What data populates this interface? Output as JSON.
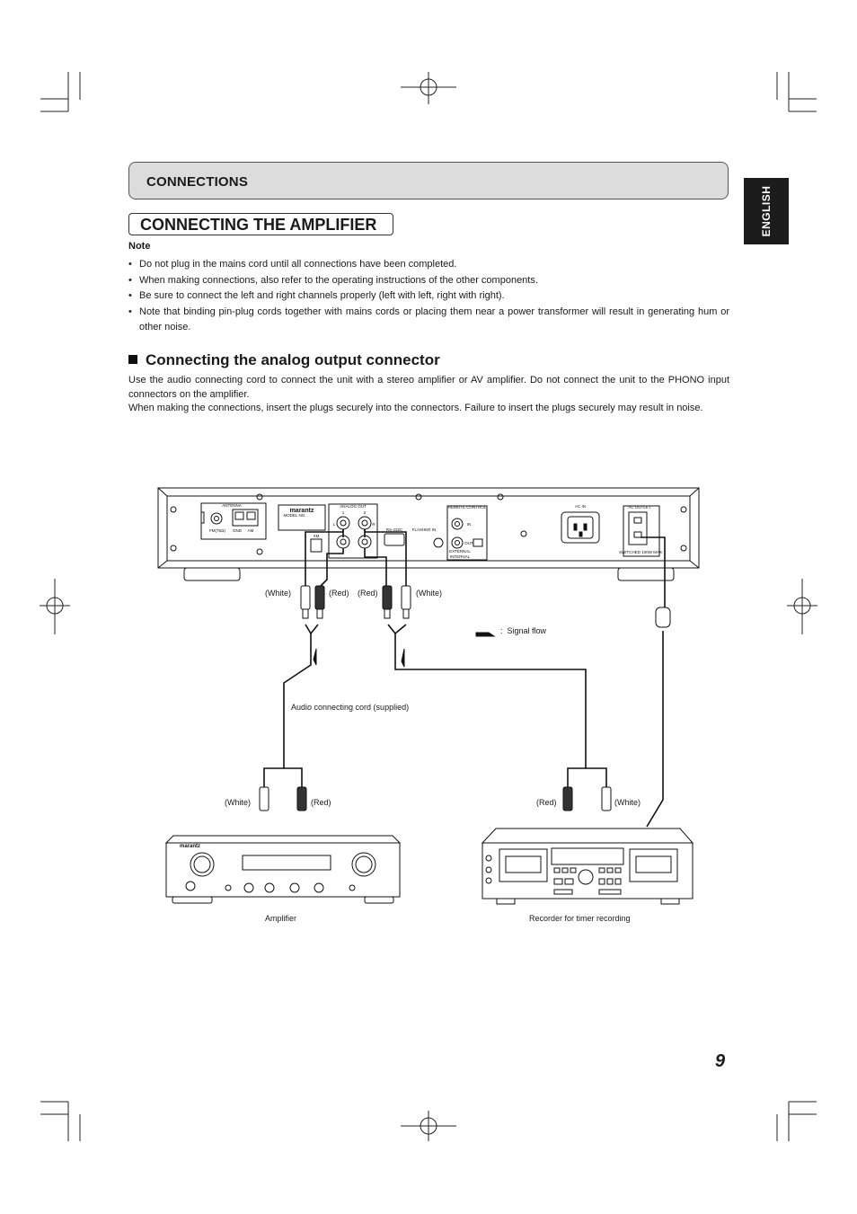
{
  "section": {
    "label": "CONNECTIONS"
  },
  "language_tab": "ENGLISH",
  "heading": "CONNECTING THE AMPLIFIER",
  "note": {
    "label": "Note",
    "items": [
      "Do not plug in the mains cord until all connections have been completed.",
      "When making connections, also refer to the operating instructions of the other components.",
      "Be sure to connect the left and right channels properly (left with left, right with right).",
      "Note that binding pin-plug cords together with mains cords or placing them near a power transformer will result in generating hum or other noise."
    ]
  },
  "subsection": {
    "title": "Connecting the analog output connector",
    "para1": "Use the audio connecting cord to connect the unit with a stereo amplifier or AV amplifier. Do not connect the unit to the PHONO input connectors on the amplifier.",
    "para2": "When making the connections, insert the plugs securely into the connectors. Failure to insert the plugs securely may result in noise."
  },
  "diagram": {
    "rear_panel": {
      "brand": "marantz",
      "model_label": "MODEL NO.",
      "antenna": "ANTENNA",
      "fm": "FM(75Ω)",
      "gnd": "GND",
      "am": "AM",
      "analog_out": "ANALOG OUT",
      "ch1": "1",
      "ch2": "2",
      "left": "L",
      "right": "R",
      "xm": "XM",
      "rs232c": "RS-232C",
      "flasher_in": "FLASHER IN",
      "remote_control": "REMOTE CONTROL",
      "in": "IN",
      "out": "OUT",
      "external": "EXTERNAL",
      "internal": "INTERNAL",
      "ac_in": "AC IN",
      "ac_outlet": "AC OUTLET",
      "switched": "SWITCHED 100W MAX"
    },
    "plug_labels_top": [
      "(White)",
      "(Red)",
      "(Red)",
      "(White)"
    ],
    "signal_flow": "Signal flow",
    "cord_label": "Audio connecting cord (supplied)",
    "plug_labels_amp": [
      "(White)",
      "(Red)"
    ],
    "plug_labels_recorder": [
      "(Red)",
      "(White)"
    ],
    "amplifier_label": "Amplifier",
    "recorder_label": "Recorder for timer recording",
    "amp_brand": "marantz"
  },
  "page_number": "9"
}
